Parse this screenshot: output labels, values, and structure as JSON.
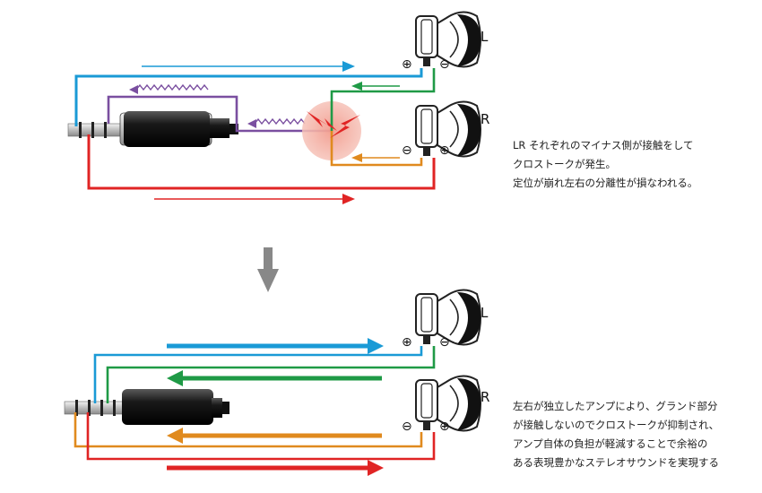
{
  "labels": {
    "top_left": "L",
    "top_right": "R",
    "bottom_left": "L",
    "bottom_right": "R",
    "plus": "⊕",
    "minus": "⊖"
  },
  "captions": {
    "top": [
      "LR それぞれのマイナス側が接触をして",
      "クロストークが発生。",
      "定位が崩れ左右の分離性が損なわれる。"
    ],
    "bottom": [
      "左右が独立したアンプにより、グランド部分",
      "が接触しないのでクロストークが抑制され、",
      "アンプ自体の負担が軽減することで余裕の",
      "ある表現豊かなステレオサウンドを実現する"
    ]
  },
  "colors": {
    "left_signal": "#1a9ad6",
    "right_signal": "#e02424",
    "ground_left": "#1f9a46",
    "ground_right": "#e08a1e",
    "noise": "#7a4fa0",
    "spark": "#e02424",
    "glow": "#f3b3a8",
    "down_arrow": "#888888"
  }
}
